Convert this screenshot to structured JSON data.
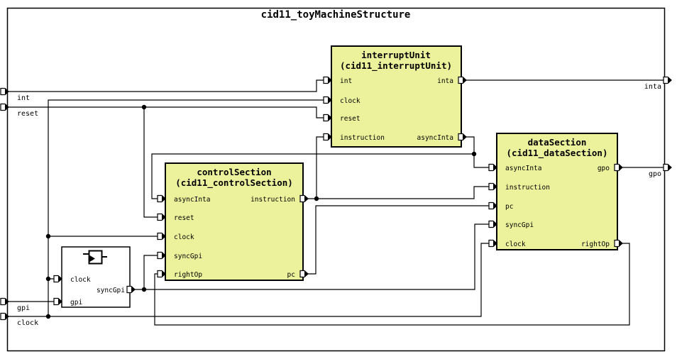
{
  "diagram": {
    "title": "cid11_toyMachineStructure"
  },
  "colors": {
    "block_fill": "#ecf29b",
    "wire": "#000000",
    "background": "#ffffff"
  },
  "blocks": {
    "interrupt_unit": {
      "name": "interruptUnit",
      "entity": "(cid11_interruptUnit)",
      "inputs": [
        "int",
        "clock",
        "reset",
        "instruction"
      ],
      "outputs": [
        "inta",
        "asyncInta"
      ]
    },
    "control_section": {
      "name": "controlSection",
      "entity": "(cid11_controlSection)",
      "inputs": [
        "asyncInta",
        "reset",
        "clock",
        "syncGpi",
        "rightOp"
      ],
      "outputs": [
        "instruction",
        "pc"
      ]
    },
    "data_section": {
      "name": "dataSection",
      "entity": "(cid11_dataSection)",
      "inputs": [
        "asyncInta",
        "instruction",
        "pc",
        "syncGpi",
        "clock"
      ],
      "outputs": [
        "gpo",
        "rightOp"
      ]
    },
    "sync_register": {
      "inputs": [
        "clock",
        "gpi"
      ],
      "outputs": [
        "syncGpi"
      ]
    }
  },
  "boundary_ports": {
    "inputs": [
      "int",
      "reset",
      "gpi",
      "clock"
    ],
    "outputs": [
      "inta",
      "gpo"
    ]
  }
}
